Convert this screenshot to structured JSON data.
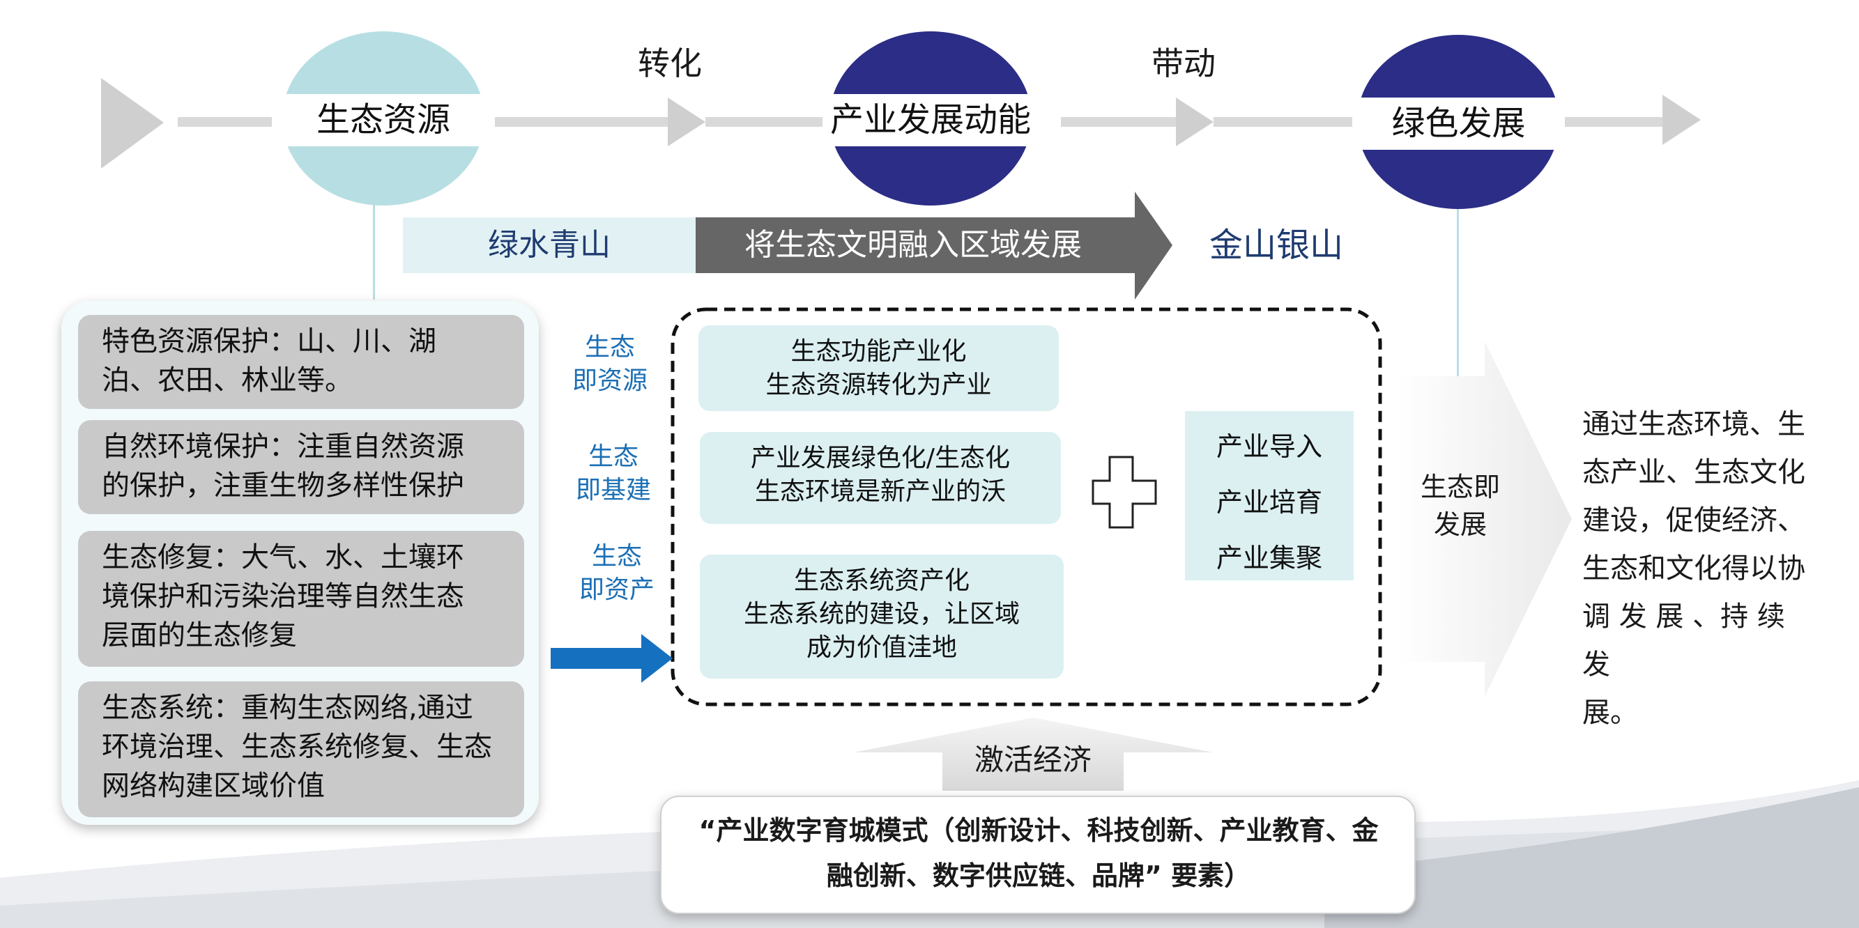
{
  "nodes": [
    {
      "label": "生态资源"
    },
    {
      "label": "产业发展动能"
    },
    {
      "label": "绿色发展"
    }
  ],
  "connectors": [
    {
      "label": "转化"
    },
    {
      "label": "带动"
    }
  ],
  "band": {
    "left": "绿水青山",
    "arrow": "将生态文明融入区域发展",
    "right": "金山银山"
  },
  "left_cards": [
    {
      "lines": [
        "特色资源保护：山、川、湖",
        "泊、农田、林业等。"
      ]
    },
    {
      "lines": [
        "自然环境保护：注重自然资源",
        "的保护，注重生物多样性保护"
      ]
    },
    {
      "lines": [
        "生态修复：大气、水、土壤环",
        "境保护和污染治理等自然生态",
        "层面的生态修复"
      ]
    },
    {
      "lines": [
        "生态系统：重构生态网络,通过",
        "环境治理、生态系统修复、生态",
        "网络构建区域价值"
      ]
    }
  ],
  "side_labels": [
    {
      "lines": [
        "生态",
        "即资源"
      ]
    },
    {
      "lines": [
        "生态",
        "即基建"
      ]
    },
    {
      "lines": [
        "生态",
        "即资产"
      ]
    }
  ],
  "mid_cards": [
    {
      "lines": [
        "生态功能产业化",
        "生态资源转化为产业"
      ]
    },
    {
      "lines": [
        "产业发展绿色化/生态化",
        "生态环境是新产业的沃"
      ]
    },
    {
      "lines": [
        "生态系统资产化",
        "生态系统的建设，让区域",
        "成为价值洼地"
      ]
    }
  ],
  "industry": [
    "产业导入",
    "产业培育",
    "产业集聚"
  ],
  "big_arrow": {
    "lines": [
      "生态即",
      "发展"
    ]
  },
  "conclusion": {
    "lines": [
      "通过生态环境、生",
      "态产业、生态文化",
      "建设，促使经济、",
      "生态和文化得以协",
      "调 发 展 、持 续 发",
      "展。"
    ]
  },
  "activate": "激活经济",
  "bottom_box": {
    "lines": [
      "“产业数字育城模式（创新设计、科技创新、产业教育、金",
      "融创新、数字供应链、品牌” 要素）"
    ]
  },
  "colors": {
    "teal_light": "#b7dfe3",
    "navy": "#2b2d86",
    "gray_arrow": "#666666",
    "card_gray": "#c9c9c9",
    "card_teal": "#dcf0f2",
    "blue_text": "#1b6fb5",
    "blue_arrow": "#1571c0"
  }
}
